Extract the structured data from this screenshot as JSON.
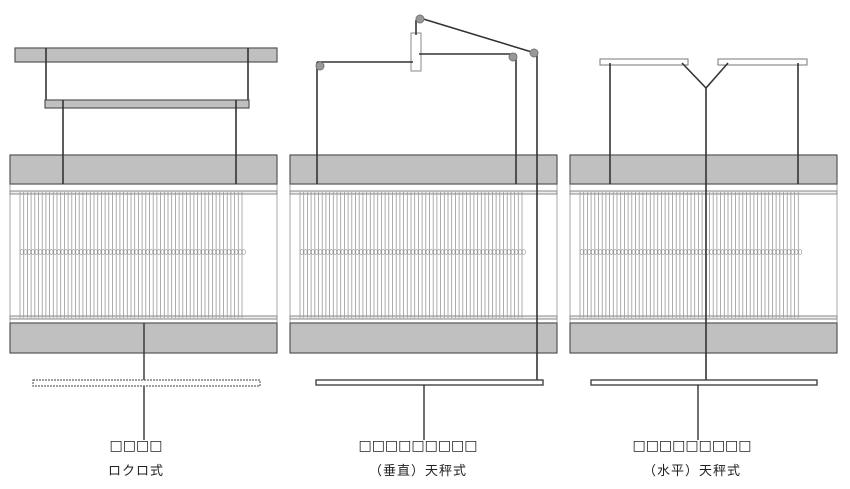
{
  "colors": {
    "box_fill": "#c0c0c0",
    "stroke": "#555555",
    "line": "#333333",
    "thread": "#999999"
  },
  "panels": [
    {
      "code": "□□□□",
      "name": "ロクロ式"
    },
    {
      "code": "□□□□□□□□□",
      "name": "（垂直）天秤式"
    },
    {
      "code": "□□□□□□□□□",
      "name": "（水平）天秤式"
    }
  ]
}
